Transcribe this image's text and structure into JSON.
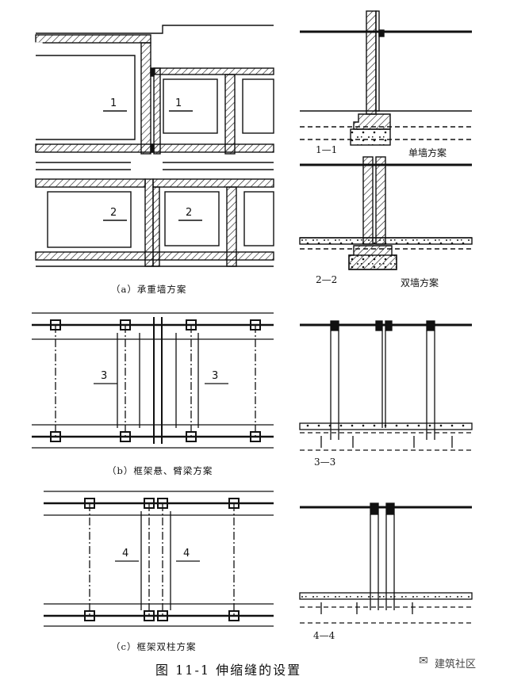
{
  "figure_caption": "图 11-1    伸缩缝的设置",
  "watermark": "建筑社区",
  "panel_a": {
    "caption": "（a）承重墙方案",
    "room_labels": [
      "1",
      "1",
      "2",
      "2"
    ],
    "section_1": {
      "label": "1—1",
      "scheme": "单墙方案"
    },
    "section_2": {
      "label": "2—2",
      "scheme": "双墙方案"
    }
  },
  "panel_b": {
    "caption": "（b）框架悬、臂梁方案",
    "room_labels": [
      "3",
      "3"
    ],
    "section": {
      "label": "3—3"
    }
  },
  "panel_c": {
    "caption": "（c）框架双柱方案",
    "room_labels": [
      "4",
      "4"
    ],
    "section": {
      "label": "4—4"
    }
  },
  "colors": {
    "ink": "#111111",
    "paper": "#ffffff"
  }
}
